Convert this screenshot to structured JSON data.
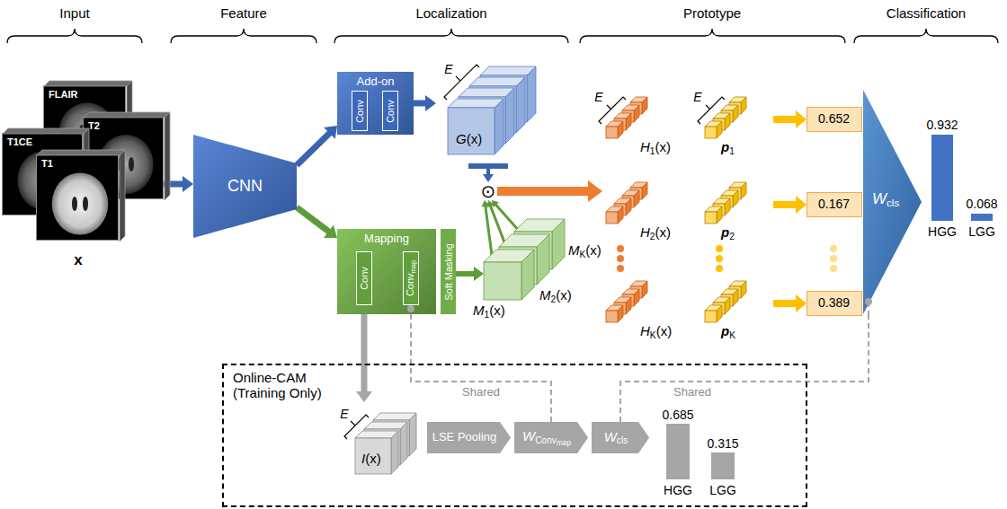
{
  "diagram": {
    "nodes": [
      {
        "text": [
          "FLAIR"
        ]
      },
      {
        "text": [
          "T2"
        ]
      },
      {
        "text": [
          "T1CE"
        ]
      },
      {
        "text": [
          "T1"
        ]
      },
      {
        "text": [
          "CNN"
        ]
      },
      {
        "text": [
          "Add-on"
        ]
      },
      {
        "text": [
          "Conv"
        ],
        "in": 5
      },
      {
        "text": [
          "Conv"
        ],
        "in": 5
      },
      {
        "text": [
          "G",
          "(x)"
        ]
      },
      {
        "text": [
          "⊙"
        ]
      },
      {
        "text": [
          "Mapping"
        ]
      },
      {
        "text": [
          "Conv"
        ],
        "in": 10
      },
      {
        "text": [
          "Conv",
          "map"
        ],
        "in": 10
      },
      {
        "text": [
          "Soft Masking"
        ]
      },
      {
        "text": [
          "M",
          "K",
          "(x)"
        ]
      },
      {
        "text": [
          "M",
          "2",
          "(x)"
        ]
      },
      {
        "text": [
          "M",
          "1",
          "(x)"
        ]
      },
      {
        "text": [
          "H",
          "1",
          "(x)"
        ]
      },
      {
        "text": [
          "p",
          "1"
        ]
      },
      {
        "text": [
          "0.652"
        ]
      },
      {
        "text": [
          "H",
          "2",
          "(x)"
        ]
      },
      {
        "text": [
          "p",
          "2"
        ]
      },
      {
        "text": [
          "0.167"
        ]
      },
      {
        "text": [
          "H",
          "K",
          "(x)"
        ]
      },
      {
        "text": [
          "p",
          "K"
        ]
      },
      {
        "text": [
          "0.389"
        ]
      },
      {
        "text": [
          "W",
          "cls"
        ]
      },
      {
        "text": [
          "Online-CAM (Training Only)"
        ]
      },
      {
        "text": [
          "I",
          "(x)"
        ],
        "in": 27
      },
      {
        "text": [
          "LSE Pooling"
        ],
        "in": 27
      },
      {
        "text": [
          "W",
          "Conv",
          "map"
        ],
        "in": 27
      },
      {
        "text": [
          "W",
          "cls"
        ],
        "in": 27
      }
    ],
    "edges": [
      {
        "from": 1,
        "to": 4,
        "arrow": "to"
      },
      {
        "from": 4,
        "to": 5,
        "arrow": "to"
      },
      {
        "from": 4,
        "to": 10,
        "arrow": "to"
      },
      {
        "from": 5,
        "to": 8,
        "arrow": "to"
      },
      {
        "from": 8,
        "to": 9,
        "arrow": "to"
      },
      {
        "from": 13,
        "to": 16,
        "arrow": "to"
      },
      {
        "from": 14,
        "to": 9,
        "arrow": "to"
      },
      {
        "from": 15,
        "to": 9,
        "arrow": "to"
      },
      {
        "from": 16,
        "to": 9,
        "arrow": "to"
      },
      {
        "from": 9,
        "to": 20,
        "arrow": "to"
      },
      {
        "from": 18,
        "to": 19,
        "arrow": "to"
      },
      {
        "from": 21,
        "to": 22,
        "arrow": "to"
      },
      {
        "from": 24,
        "to": 25,
        "arrow": "to"
      },
      {
        "from": 11,
        "to": 28,
        "arrow": "to"
      },
      {
        "from": 12,
        "to": 30,
        "label": "Shared",
        "arrow": "none"
      },
      {
        "from": 26,
        "to": 31,
        "label": "Shared",
        "arrow": "none"
      }
    ],
    "labels": [
      "Input",
      "Feature",
      "Localization",
      "Prototype",
      "Classification",
      "x",
      "E",
      "E",
      "E",
      "0.932",
      "0.068",
      "HGG",
      "LGG",
      "E",
      "0.685",
      "0.315",
      "HGG",
      "LGG"
    ]
  }
}
